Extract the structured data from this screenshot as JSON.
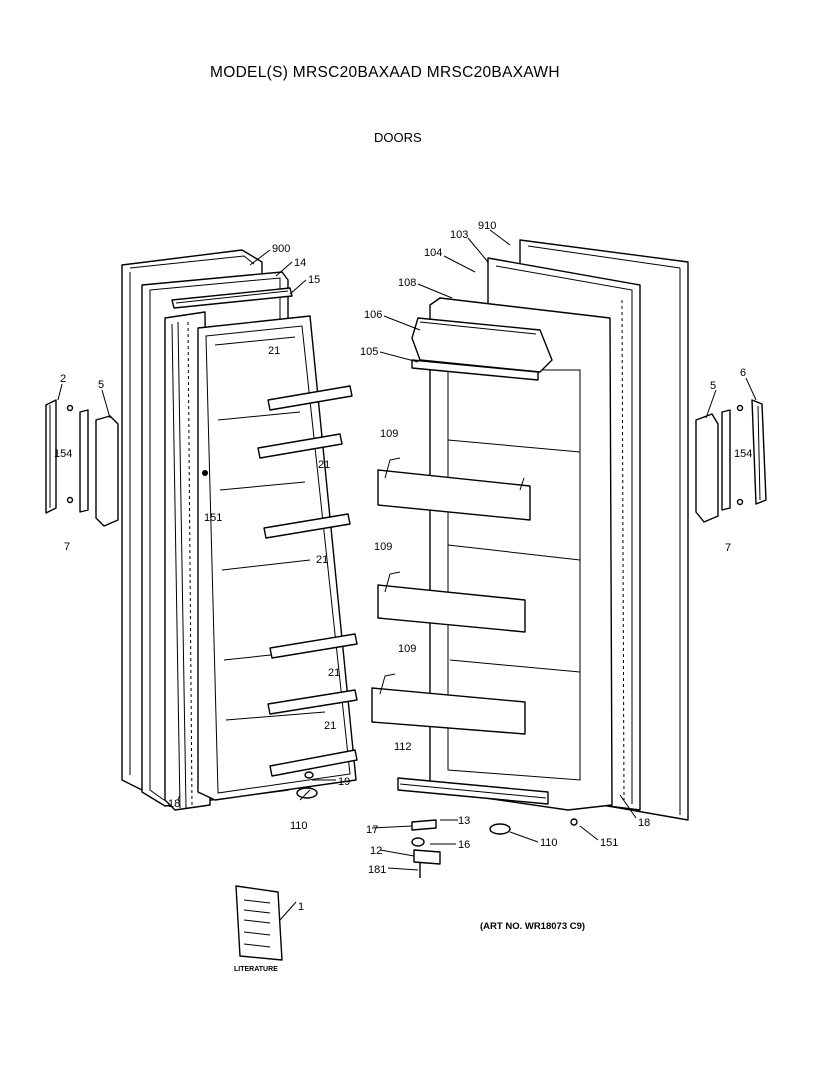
{
  "header": {
    "title": "MODEL(S) MRSC20BAXAAD  MRSC20BAXAWH",
    "subtitle": "DOORS"
  },
  "footer": {
    "art_no": "(ART NO. WR18073 C9)",
    "literature_label": "LITERATURE"
  },
  "callouts": [
    "900",
    "14",
    "15",
    "21",
    "21",
    "21",
    "21",
    "21",
    "151",
    "19",
    "110",
    "18",
    "2",
    "5",
    "154",
    "7",
    "910",
    "103",
    "104",
    "108",
    "106",
    "105",
    "109",
    "109",
    "109",
    "112",
    "13",
    "17",
    "16",
    "12",
    "181",
    "110",
    "151",
    "18",
    "5",
    "6",
    "154",
    "7",
    "1"
  ]
}
